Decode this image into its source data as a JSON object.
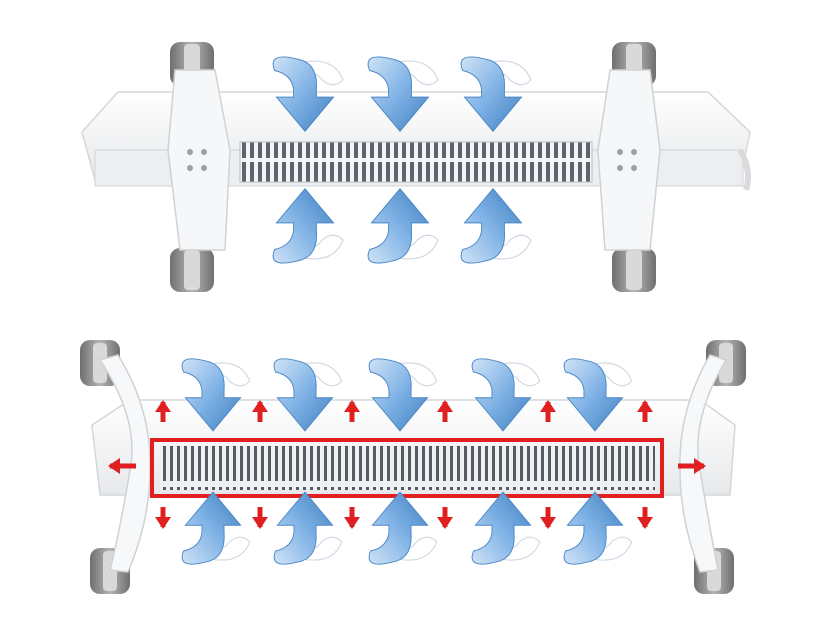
{
  "scene": {
    "subject": "convector-heater-airflow-comparison",
    "colors": {
      "airflow_blue": "#6fa8dc",
      "airflow_blue_dark": "#3f7fc0",
      "heat_red": "#e02020",
      "heater_body": "#f2f3f4",
      "grille_dark": "#5a5e66",
      "wheel_gray": "#8a8a8a"
    },
    "top_heater": {
      "intake_arrows": 3,
      "outflow_arrows": 3,
      "heat_arrows": 0
    },
    "bottom_heater": {
      "intake_arrows": 5,
      "outflow_arrows": 5,
      "heat_arrows_up": 6,
      "heat_arrows_down": 6,
      "heat_arrows_side": 2
    },
    "icons": [
      "airflow-arrow-icon",
      "heat-arrow-icon",
      "caster-wheel-icon"
    ]
  }
}
